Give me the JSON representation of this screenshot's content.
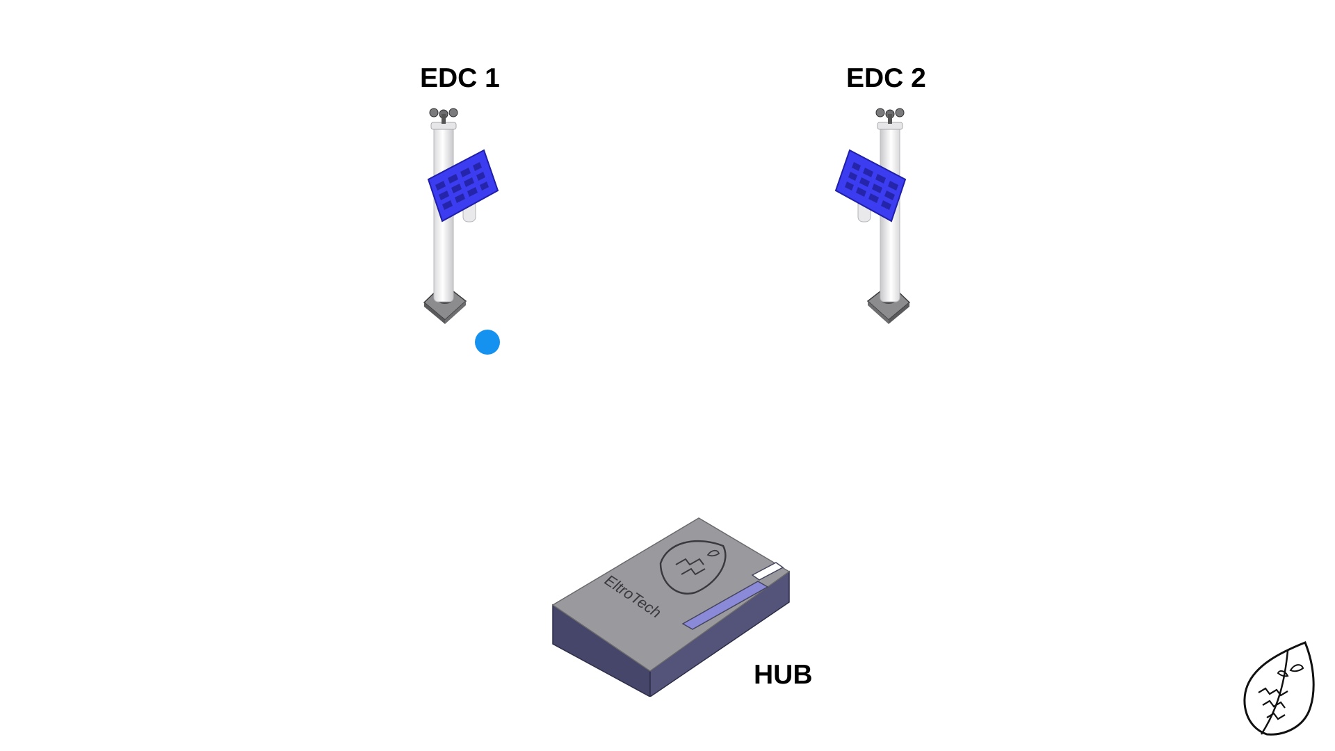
{
  "stations": [
    {
      "label": "EDC 1"
    },
    {
      "label": "EDC 2"
    }
  ],
  "hub": {
    "label": "HUB",
    "engraving": "EltroTech"
  },
  "status_indicator": {
    "color": "#1592f0"
  },
  "colors": {
    "solar_panel": "#3c3cf0",
    "hub_body": "#46466a",
    "hub_top": "#9a9a9e",
    "hub_slot": "#8a8ad8"
  },
  "icons": {
    "station": "weather-station-icon",
    "hub": "hub-box-icon",
    "logo": "leaf-logo-icon"
  }
}
